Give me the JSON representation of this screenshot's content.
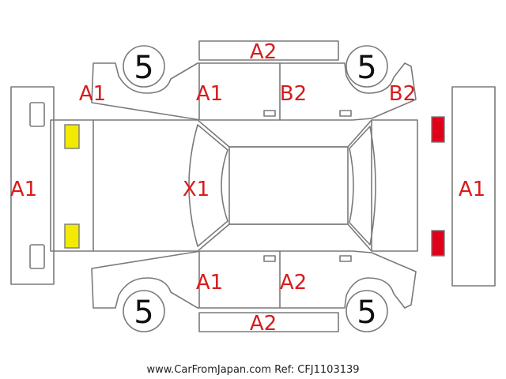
{
  "labels": {
    "top_panel": "A2",
    "front_bumper": "A1",
    "front_left_fender": "A1",
    "front_left_door": "A1",
    "rear_left_door": "B2",
    "rear_left_quarter": "B2",
    "windshield": "X1",
    "rear_bumper": "A1",
    "front_right_door": "A1",
    "rear_right_door": "A2",
    "bottom_panel": "A2"
  },
  "tyres": {
    "front_left": "5",
    "rear_left": "5",
    "front_right": "5",
    "rear_right": "5"
  },
  "colors": {
    "damage_text": "#d81c1c",
    "headlights": "#f2ea00",
    "taillights": "#e0001a",
    "outline": "#7a7a7a"
  },
  "footer": {
    "text": "www.CarFromJapan.com Ref: CFJ1103139"
  }
}
